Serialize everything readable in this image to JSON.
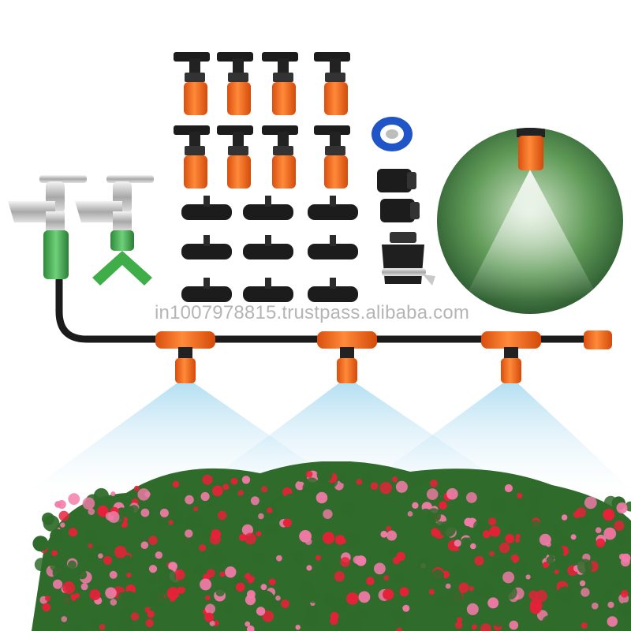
{
  "watermark": "in1007978815.trustpass.alibaba.com",
  "colors": {
    "nozzle_orange": "#f26a1b",
    "fitting_black": "#1c1c1c",
    "quick_connector_green": "#3fae49",
    "spray_mist": "#bfe3f2",
    "flower_red": "#e8203a",
    "flower_pink": "#f27aa8",
    "foliage_green": "#2f6b2a"
  },
  "icons": [
    "faucet",
    "y-splitter",
    "mist-nozzle",
    "tee-connector",
    "end-plug",
    "ptfe-tape",
    "tap-adapter",
    "hose-clamp"
  ]
}
